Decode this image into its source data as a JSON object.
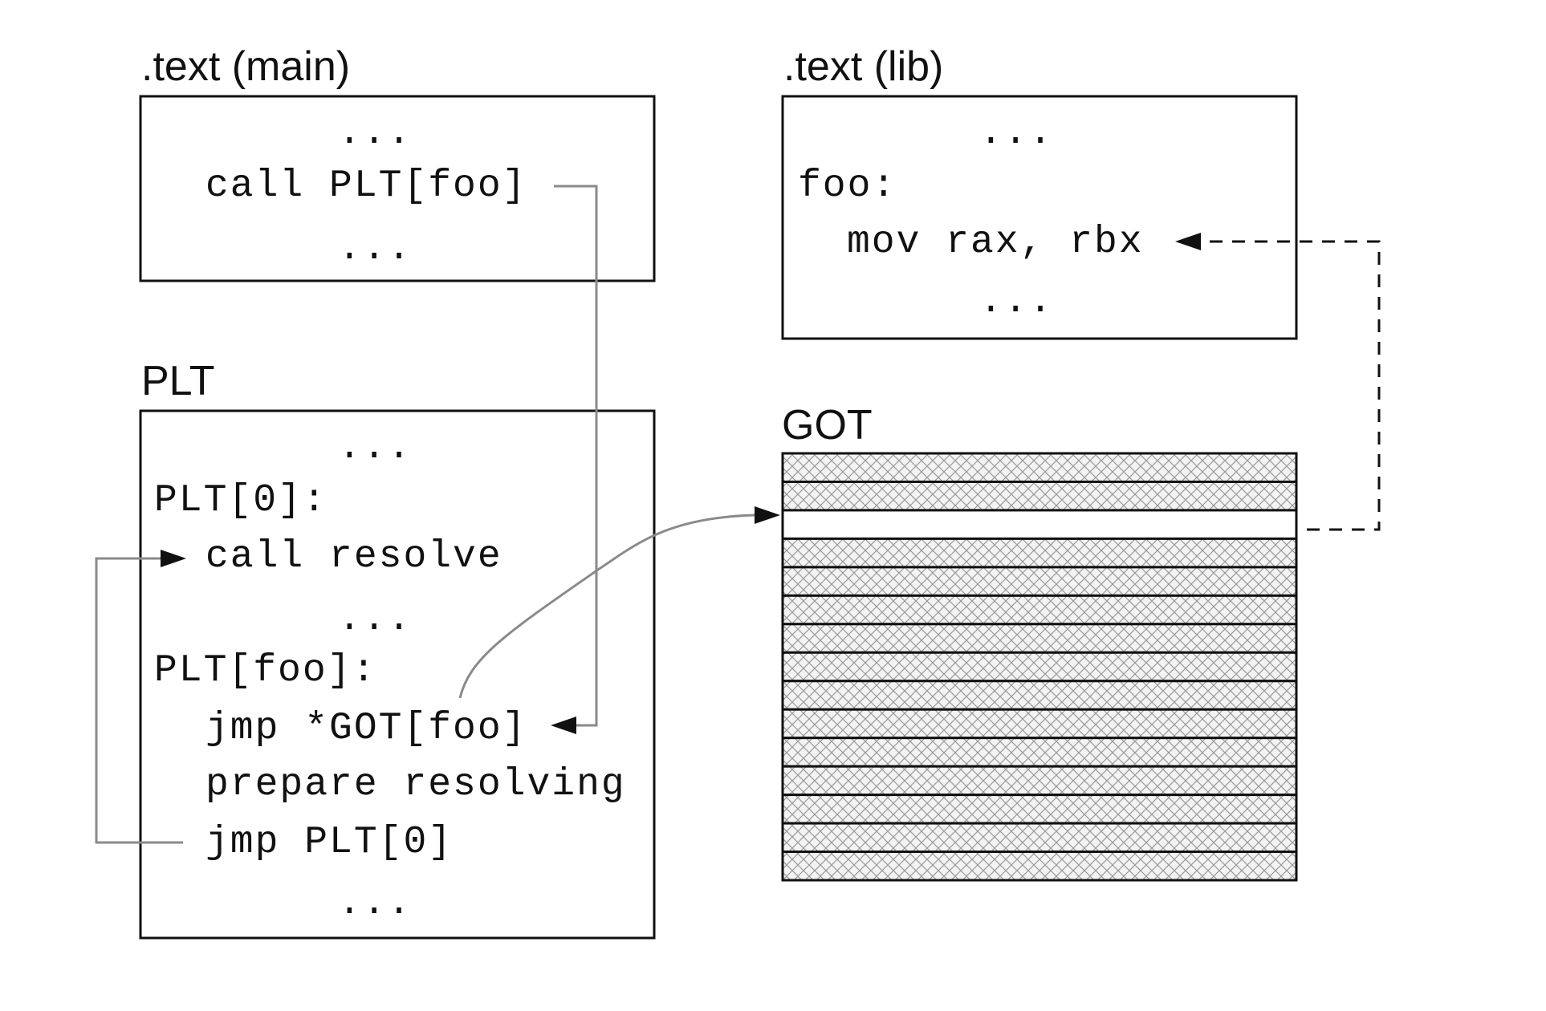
{
  "text_main": {
    "title": ".text (main)",
    "lines": [
      "...",
      "call PLT[foo]",
      "..."
    ]
  },
  "text_lib": {
    "title": ".text (lib)",
    "lines": [
      "...",
      "foo:",
      "mov rax, rbx",
      "..."
    ]
  },
  "plt": {
    "title": "PLT",
    "lines": [
      "...",
      "PLT[0]:",
      "call resolve",
      "...",
      "PLT[foo]:",
      "jmp *GOT[foo]",
      "prepare resolving",
      "jmp PLT[0]",
      "..."
    ]
  },
  "got": {
    "title": "GOT",
    "row_count": 15,
    "highlighted_row": 3
  },
  "colors": {
    "line": "#111111",
    "flow_arrow": "#8a8a8a",
    "hatch": "#9a9a9a",
    "background": "#ffffff"
  }
}
